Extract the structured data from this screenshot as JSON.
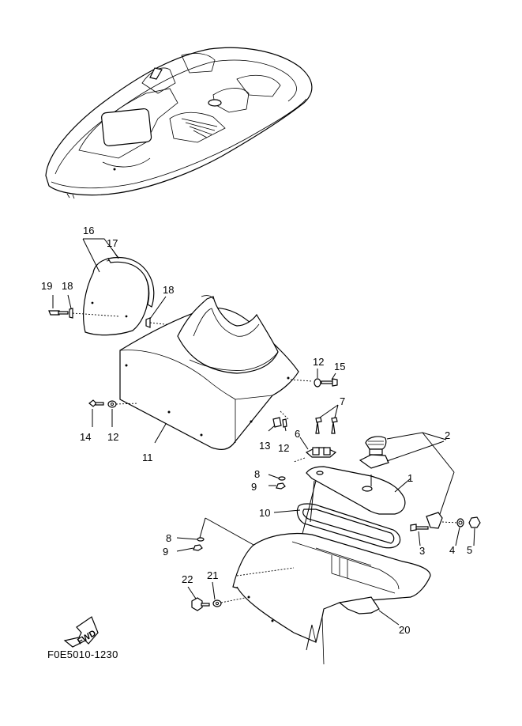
{
  "diagram": {
    "drawing_code": "F0E5010-1230",
    "direction_label": "FWD",
    "callouts": [
      {
        "id": "c1",
        "label": "1"
      },
      {
        "id": "c2",
        "label": "2"
      },
      {
        "id": "c3",
        "label": "3"
      },
      {
        "id": "c4",
        "label": "4"
      },
      {
        "id": "c5",
        "label": "5"
      },
      {
        "id": "c6",
        "label": "6"
      },
      {
        "id": "c7",
        "label": "7"
      },
      {
        "id": "c8a",
        "label": "8"
      },
      {
        "id": "c8b",
        "label": "8"
      },
      {
        "id": "c9a",
        "label": "9"
      },
      {
        "id": "c9b",
        "label": "9"
      },
      {
        "id": "c10",
        "label": "10"
      },
      {
        "id": "c11",
        "label": "11"
      },
      {
        "id": "c12a",
        "label": "12"
      },
      {
        "id": "c12b",
        "label": "12"
      },
      {
        "id": "c12c",
        "label": "12"
      },
      {
        "id": "c13",
        "label": "13"
      },
      {
        "id": "c14",
        "label": "14"
      },
      {
        "id": "c15",
        "label": "15"
      },
      {
        "id": "c16",
        "label": "16"
      },
      {
        "id": "c17",
        "label": "17"
      },
      {
        "id": "c18a",
        "label": "18"
      },
      {
        "id": "c18b",
        "label": "18"
      },
      {
        "id": "c19",
        "label": "19"
      },
      {
        "id": "c20",
        "label": "20"
      },
      {
        "id": "c21",
        "label": "21"
      },
      {
        "id": "c22",
        "label": "22"
      }
    ]
  }
}
